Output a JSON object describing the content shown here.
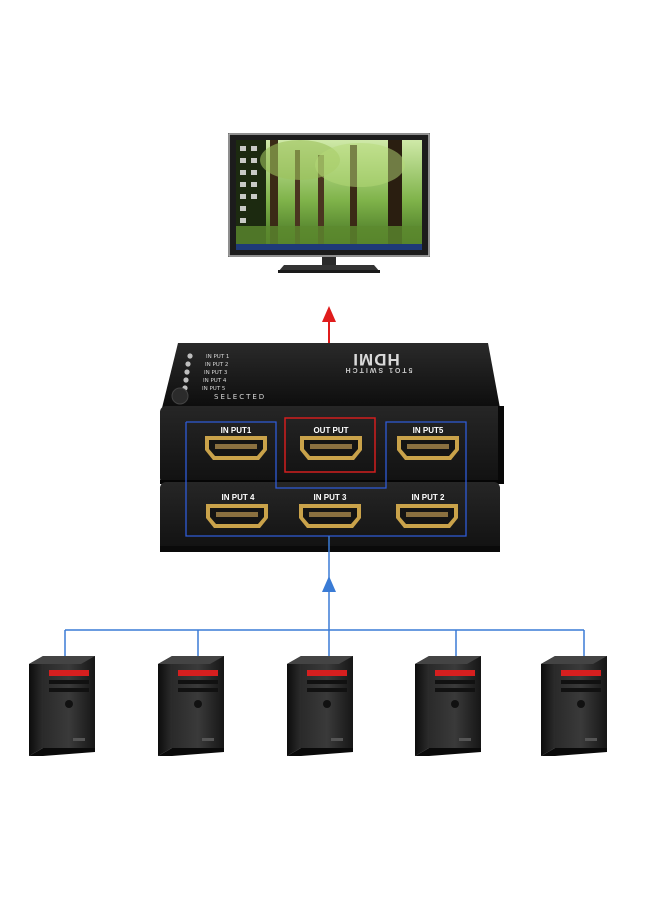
{
  "switch": {
    "brand": "HDMI",
    "model": "5TO1 SWITCH",
    "selected_label": "SELECTED",
    "indicators": [
      "IN PUT 1",
      "IN PUT 2",
      "IN PUT 3",
      "IN PUT 4",
      "IN PUT 5"
    ],
    "top_row_ports": [
      "IN PUT1",
      "OUT PUT",
      "IN PUT5"
    ],
    "bottom_row_ports": [
      "IN PUT 4",
      "IN PUT 3",
      "IN PUT 2"
    ]
  },
  "colors": {
    "output_line": "#e01c1c",
    "input_line": "#3a7bd5",
    "output_highlight": "#d21e1e",
    "input_highlight": "#2f5bd6",
    "port_gold": "#c9a24a",
    "device_body": "#1a1a1a",
    "pc_accent": "#d61f1f"
  },
  "icons": [
    "monitor-icon",
    "hdmi-switch-icon",
    "computer-tower-icon",
    "hdmi-port-icon",
    "arrow-up-icon"
  ]
}
